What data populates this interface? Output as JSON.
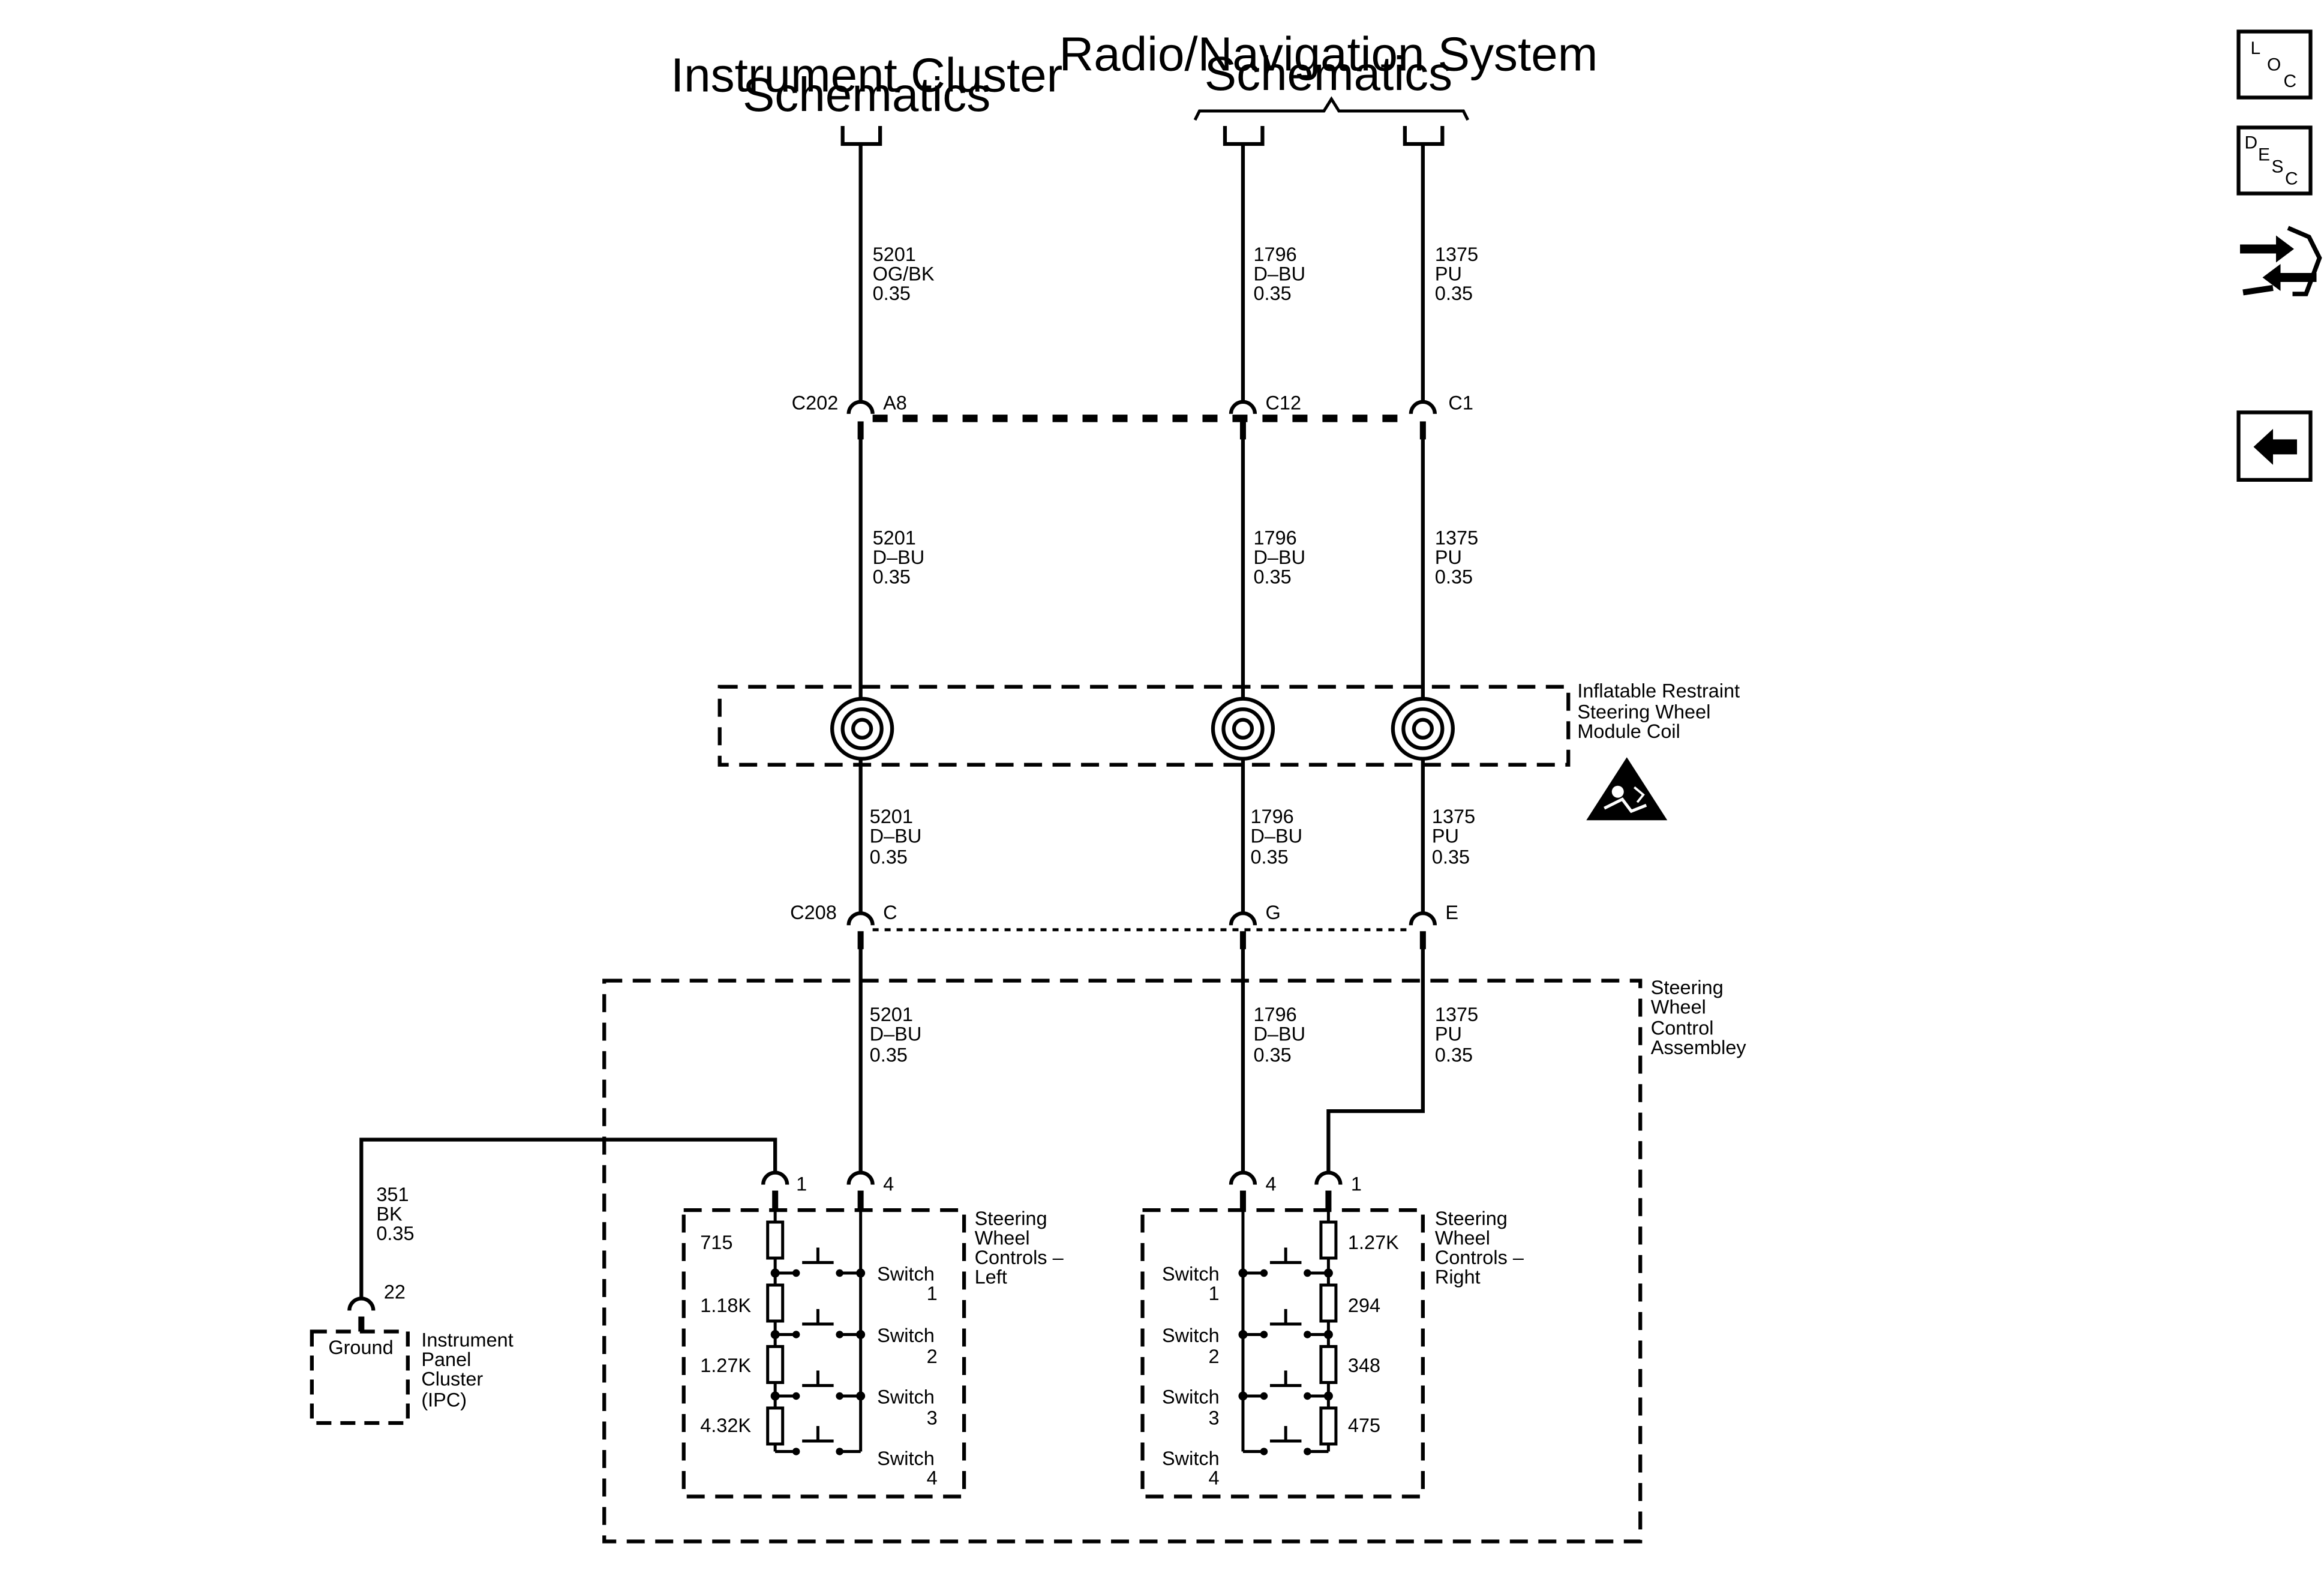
{
  "destinations": {
    "instrument_cluster": [
      "Instrument Cluster",
      "Schematics"
    ],
    "radio_navigation": [
      "Radio/Navigation System",
      "Schematics"
    ]
  },
  "wires": {
    "w5201_top": [
      "5201",
      "OG/BK",
      "0.35"
    ],
    "w1796_top": [
      "1796",
      "D–BU",
      "0.35"
    ],
    "w1375_top": [
      "1375",
      "PU",
      "0.35"
    ],
    "w5201_mid": [
      "5201",
      "D–BU",
      "0.35"
    ],
    "w1796_mid": [
      "1796",
      "D–BU",
      "0.35"
    ],
    "w1375_mid": [
      "1375",
      "PU",
      "0.35"
    ],
    "w5201_low": [
      "5201",
      "D–BU",
      "0.35"
    ],
    "w1796_low": [
      "1796",
      "D–BU",
      "0.35"
    ],
    "w1375_low": [
      "1375",
      "PU",
      "0.35"
    ],
    "w5201_bot": [
      "5201",
      "D–BU",
      "0.35"
    ],
    "w1796_bot": [
      "1796",
      "D–BU",
      "0.35"
    ],
    "w1375_bot": [
      "1375",
      "PU",
      "0.35"
    ],
    "w351": [
      "351",
      "BK",
      "0.35"
    ]
  },
  "connectors": {
    "c202": {
      "name": "C202",
      "pins": [
        "A8",
        "C12",
        "C1"
      ]
    },
    "c208": {
      "name": "C208",
      "pins": [
        "C",
        "G",
        "E"
      ]
    }
  },
  "components": {
    "coil": [
      "Inflatable Restraint",
      "Steering Wheel",
      "Module Coil"
    ],
    "assembly": [
      "Steering",
      "Wheel",
      "Control",
      "Assembley"
    ],
    "left_controls": [
      "Steering",
      "Wheel",
      "Controls –",
      "Left"
    ],
    "right_controls": [
      "Steering",
      "Wheel",
      "Controls –",
      "Right"
    ],
    "ipc": [
      "Instrument",
      "Panel",
      "Cluster",
      "(IPC)"
    ],
    "ground_label": "Ground"
  },
  "pins": {
    "left_pin1": "1",
    "left_pin4": "4",
    "right_pin4": "4",
    "right_pin1": "1",
    "ipc_pin22": "22"
  },
  "left_resistors": [
    "715",
    "1.18K",
    "1.27K",
    "4.32K"
  ],
  "right_resistors": [
    "1.27K",
    "294",
    "348",
    "475"
  ],
  "switch_word": "Switch",
  "switch_numbers": [
    "1",
    "2",
    "3",
    "4"
  ],
  "side_nav": {
    "loc": [
      "L",
      "O",
      "C"
    ],
    "desc": [
      "D",
      "E",
      "S",
      "C"
    ]
  }
}
